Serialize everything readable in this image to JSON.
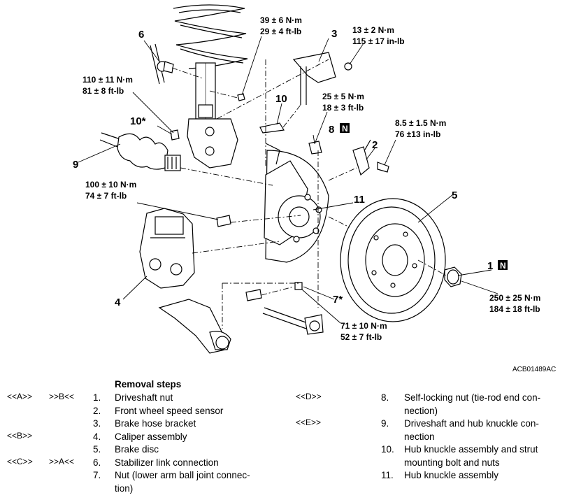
{
  "figure_code": "ACB01489AC",
  "callouts": {
    "c1": "1",
    "c2": "2",
    "c3": "3",
    "c4": "4",
    "c5": "5",
    "c6": "6",
    "c7": "7*",
    "c8": "8",
    "c9": "9",
    "c10": "10",
    "c10s": "10*",
    "c11": "11",
    "n_badge": "N"
  },
  "torques": {
    "t_39": [
      "39 ± 6 N·m",
      "29 ± 4 ft-lb"
    ],
    "t_13": [
      "13 ± 2 N·m",
      "115 ± 17 in-lb"
    ],
    "t_110": [
      "110 ± 11 N·m",
      "81 ± 8 ft-lb"
    ],
    "t_25": [
      "25 ± 5 N·m",
      "18 ± 3 ft-lb"
    ],
    "t_8_5": [
      "8.5 ± 1.5 N·m",
      "76 ±13 in-lb"
    ],
    "t_100": [
      "100 ± 10 N·m",
      "74 ± 7 ft-lb"
    ],
    "t_250": [
      "250 ± 25 N·m",
      "184 ± 18 ft-lb"
    ],
    "t_71": [
      "71 ± 10 N·m",
      "52 ± 7 ft-lb"
    ]
  },
  "removal": {
    "title": "Removal steps",
    "left": [
      {
        "codeA": "<<A>>",
        "codeB": ">>B<<",
        "n": "1.",
        "text": [
          "Driveshaft nut"
        ]
      },
      {
        "codeA": "",
        "codeB": "",
        "n": "2.",
        "text": [
          "Front wheel speed sensor"
        ]
      },
      {
        "codeA": "",
        "codeB": "",
        "n": "3.",
        "text": [
          "Brake hose bracket"
        ]
      },
      {
        "codeA": "<<B>>",
        "codeB": "",
        "n": "4.",
        "text": [
          "Caliper assembly"
        ]
      },
      {
        "codeA": "",
        "codeB": "",
        "n": "5.",
        "text": [
          "Brake disc"
        ]
      },
      {
        "codeA": "<<C>>",
        "codeB": ">>A<<",
        "n": "6.",
        "text": [
          "Stabilizer link connection"
        ]
      },
      {
        "codeA": "",
        "codeB": "",
        "n": "7.",
        "text": [
          "Nut (lower arm ball joint connec-",
          "tion)"
        ]
      }
    ],
    "right": [
      {
        "code": "<<D>>",
        "n": "8.",
        "text": [
          "Self-locking nut (tie-rod end con-",
          "nection)"
        ]
      },
      {
        "code": "<<E>>",
        "n": "9.",
        "text": [
          "Driveshaft and hub knuckle con-",
          "nection"
        ]
      },
      {
        "code": "",
        "n": "10.",
        "text": [
          "Hub knuckle assembly and strut",
          "mounting bolt and nuts"
        ]
      },
      {
        "code": "",
        "n": "11.",
        "text": [
          "Hub knuckle assembly"
        ]
      }
    ]
  }
}
